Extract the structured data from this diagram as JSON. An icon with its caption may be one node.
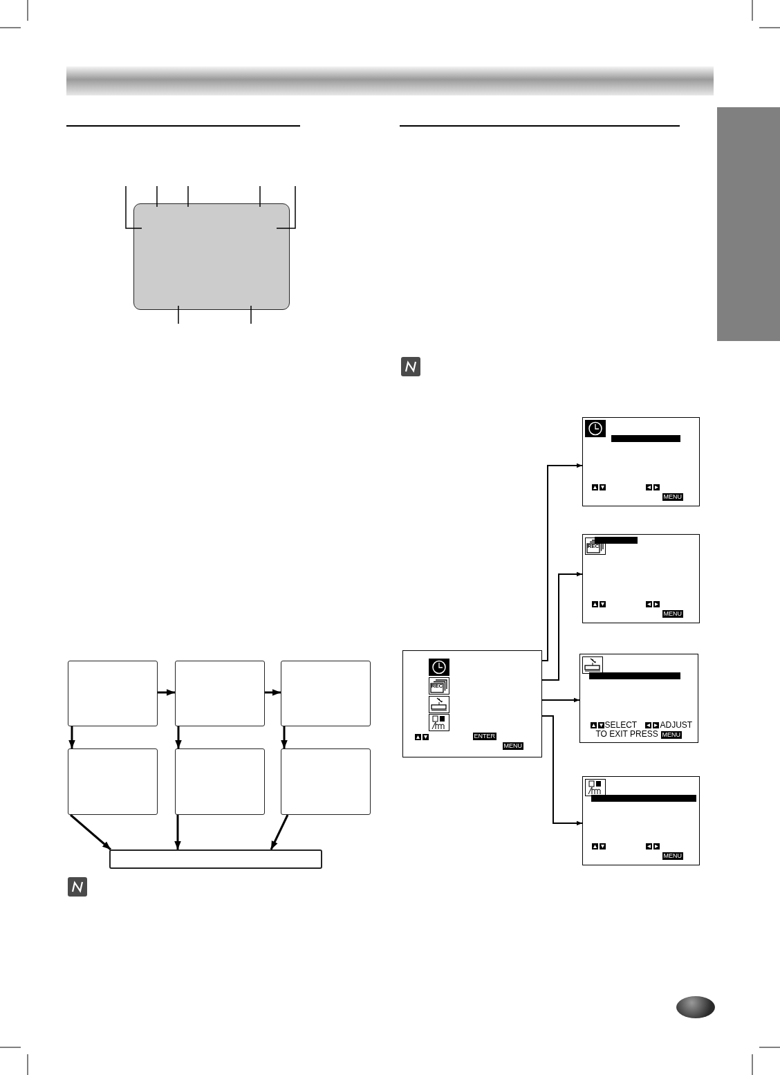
{
  "diagram": {
    "nodes": [
      {
        "text": [],
        "shape": "box"
      },
      {
        "text": [],
        "shape": "box"
      },
      {
        "text": [],
        "shape": "box"
      },
      {
        "text": [],
        "shape": "box"
      },
      {
        "text": [],
        "shape": "box"
      },
      {
        "text": [],
        "shape": "box"
      },
      {
        "text": [],
        "shape": "box"
      },
      {
        "text": [
          "REC",
          "ENTER",
          "MENU"
        ]
      },
      {
        "text": [
          "MENU"
        ]
      },
      {
        "text": [
          "REC",
          "MENU"
        ]
      },
      {
        "text": [
          "SELECT",
          "ADJUST",
          "TO EXIT PRESS",
          "MENU"
        ]
      },
      {
        "text": [
          "MENU"
        ]
      },
      {
        "text": [],
        "shape": "box"
      },
      {
        "text": [],
        "shape": "bar"
      }
    ],
    "edges": [
      {
        "from": 0,
        "to": 1,
        "arrow": "to"
      },
      {
        "from": 1,
        "to": 2,
        "arrow": "to"
      },
      {
        "from": 0,
        "to": 3,
        "arrow": "to"
      },
      {
        "from": 1,
        "to": 4,
        "arrow": "to"
      },
      {
        "from": 2,
        "to": 5,
        "arrow": "to"
      },
      {
        "from": 3,
        "to": 6,
        "arrow": "to"
      },
      {
        "from": 4,
        "to": 6,
        "arrow": "to"
      },
      {
        "from": 5,
        "to": 6,
        "arrow": "to"
      },
      {
        "from": 7,
        "to": 8,
        "arrow": "to"
      },
      {
        "from": 7,
        "to": 9,
        "arrow": "to"
      },
      {
        "from": 7,
        "to": 10,
        "arrow": "to"
      },
      {
        "from": 7,
        "to": 11,
        "arrow": "to"
      },
      {
        "from": null,
        "to": 12,
        "arrow": "none"
      },
      {
        "from": null,
        "to": 12,
        "arrow": "none"
      },
      {
        "from": null,
        "to": 12,
        "arrow": "none"
      },
      {
        "from": null,
        "to": 12,
        "arrow": "none"
      },
      {
        "from": null,
        "to": 12,
        "arrow": "none"
      },
      {
        "from": null,
        "to": 12,
        "arrow": "none"
      },
      {
        "from": null,
        "to": 12,
        "arrow": "none"
      }
    ]
  }
}
